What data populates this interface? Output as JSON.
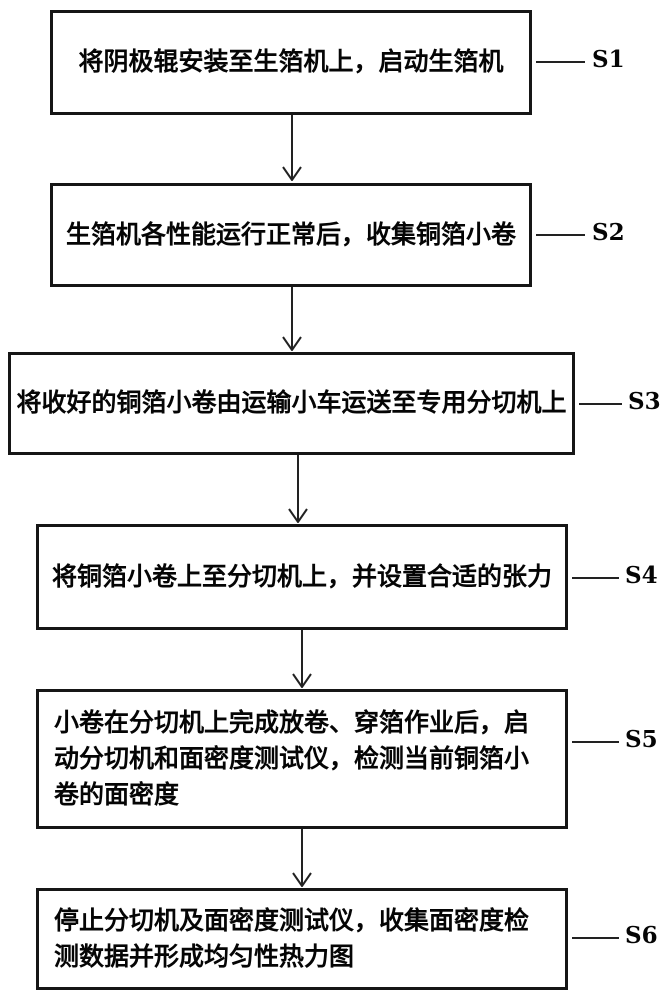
{
  "figure": {
    "type": "flowchart",
    "orientation": "vertical",
    "colors": {
      "background": "#ffffff",
      "line": "#222222",
      "border": "#161616",
      "text": "#050505"
    }
  },
  "steps": [
    {
      "label": "S1",
      "text": "将阴极辊安装至生箔机上，启动生箔机"
    },
    {
      "label": "S2",
      "text": "生箔机各性能运行正常后，收集铜箔小卷"
    },
    {
      "label": "S3",
      "text": "将收好的铜箔小卷由运输小车运送至专用分切机上"
    },
    {
      "label": "S4",
      "text": "将铜箔小卷上至分切机上，并设置合适的张力"
    },
    {
      "label": "S5",
      "text": "小卷在分切机上完成放卷、穿箔作业后，启动分切机和面密度测试仪，检测当前铜箔小卷的面密度"
    },
    {
      "label": "S6",
      "text": "停止分切机及面密度测试仪，收集面密度检测数据并形成均匀性热力图"
    }
  ]
}
